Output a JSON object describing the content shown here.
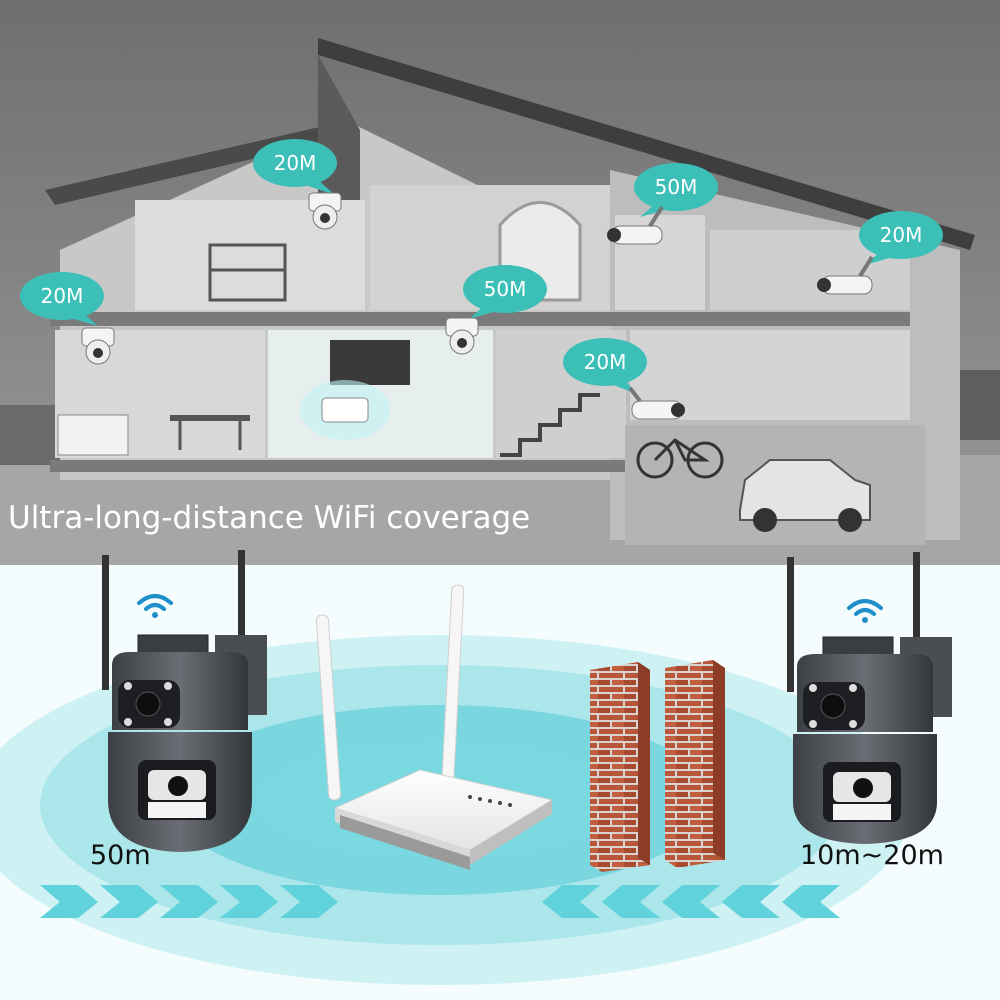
{
  "headline": "Ultra-long-distance WiFi coverage",
  "cameras_in_house": [
    {
      "label": "20M"
    },
    {
      "label": "20M"
    },
    {
      "label": "50M"
    },
    {
      "label": "50M"
    },
    {
      "label": "20M"
    },
    {
      "label": "20M"
    }
  ],
  "range_labels": {
    "without_walls": "50m",
    "through_walls": "10m~20m"
  },
  "colors": {
    "bubble": "#3bbfb7",
    "coverage": "#7fd9e0",
    "arrow": "#5fd2dc",
    "brick": "#b8563a",
    "house_bg": "#8c8c8c"
  },
  "icons": [
    "wifi-signal-icon",
    "router-icon",
    "camera-icon",
    "brick-wall-icon",
    "chevron-right-icon",
    "chevron-left-icon"
  ]
}
